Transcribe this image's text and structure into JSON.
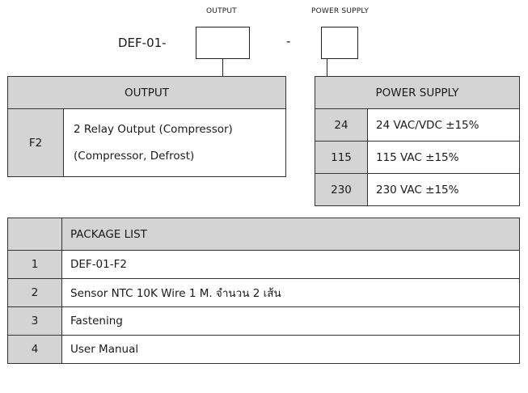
{
  "order_code": {
    "prefix": "DEF-01-",
    "separator": "-",
    "slot1_label": "OUTPUT",
    "slot2_label": "POWER SUPPLY"
  },
  "output_table": {
    "header": "OUTPUT",
    "rows": [
      {
        "code": "F2",
        "line1": "2 Relay Output (Compressor)",
        "line2": "(Compressor, Defrost)"
      }
    ]
  },
  "power_table": {
    "header": "POWER SUPPLY",
    "rows": [
      {
        "code": "24",
        "desc": "24 VAC/VDC ±15%"
      },
      {
        "code": "115",
        "desc": "115 VAC ±15%"
      },
      {
        "code": "230",
        "desc": "230 VAC ±15%"
      }
    ]
  },
  "package_list": {
    "header": "PACKAGE LIST",
    "rows": [
      {
        "no": "1",
        "item": "DEF-01-F2"
      },
      {
        "no": "2",
        "item": "Sensor NTC 10K Wire 1 M. จำนวน 2 เส้น"
      },
      {
        "no": "3",
        "item": "Fastening"
      },
      {
        "no": "4",
        "item": "User Manual"
      }
    ]
  }
}
